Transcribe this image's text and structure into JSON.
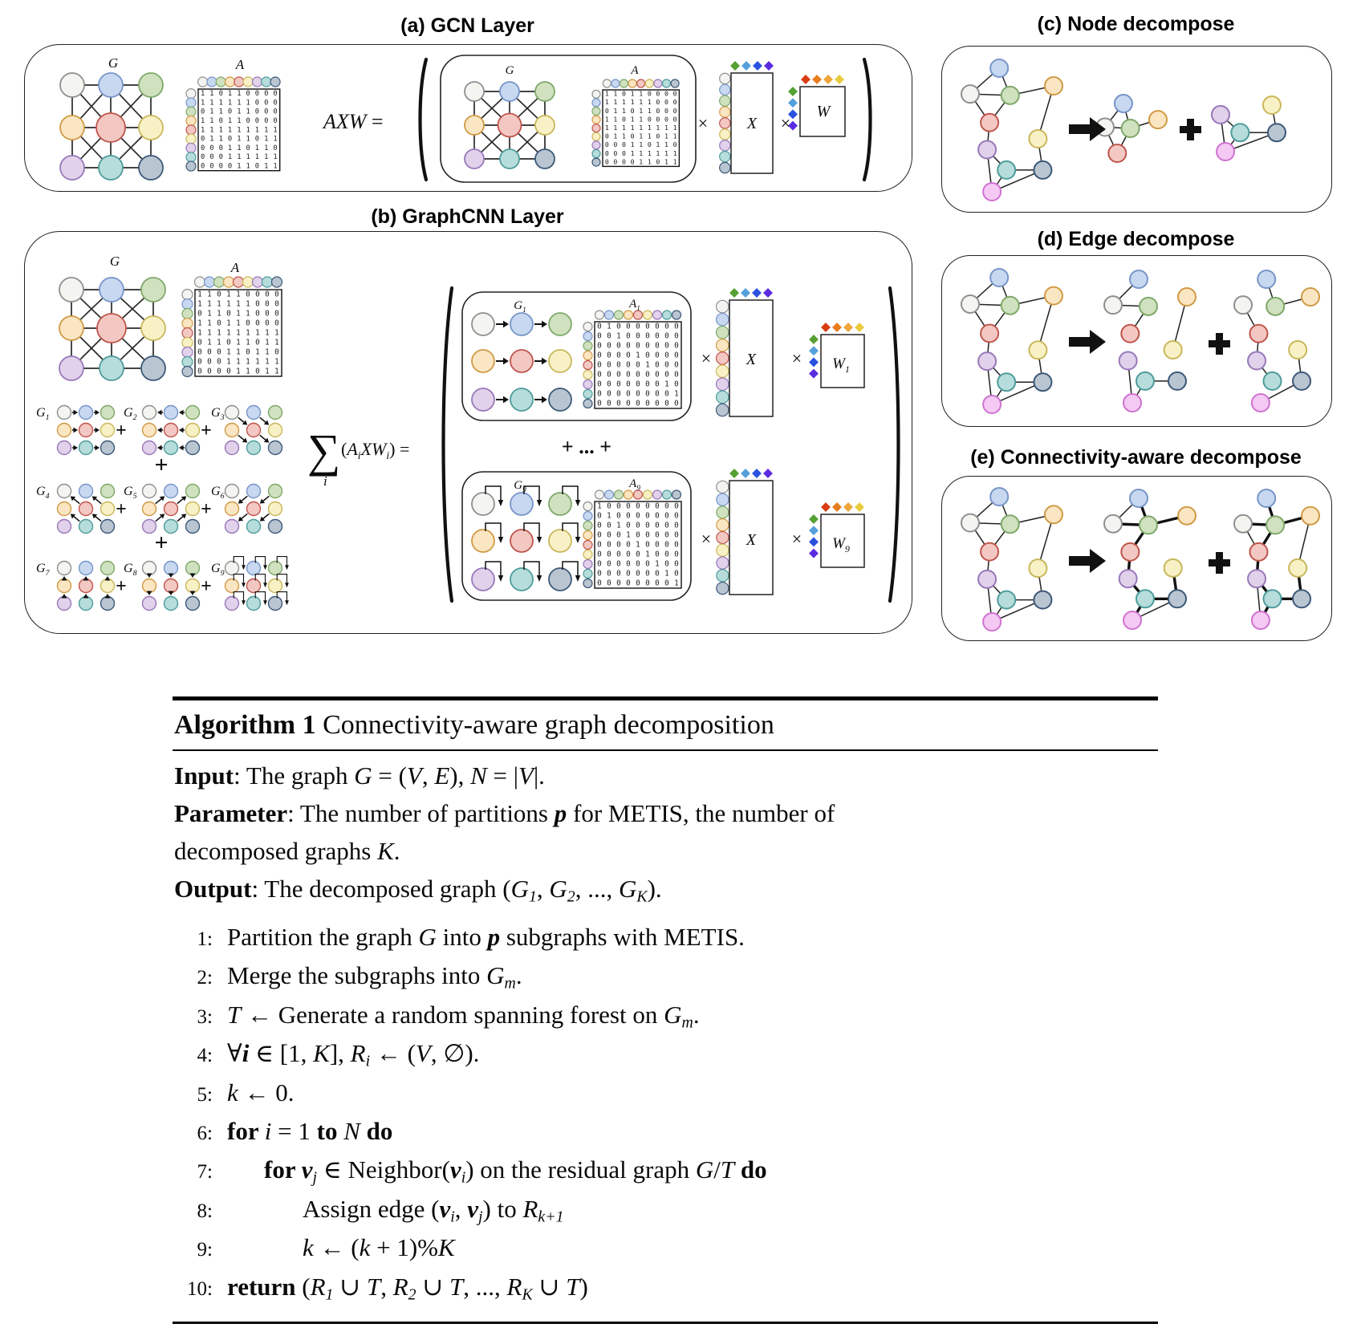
{
  "figure": {
    "times": "×",
    "plus": "+",
    "panel_a": {
      "title": "(a) GCN Layer",
      "g_label": "G",
      "a_label": "A",
      "inner_g_label": "G",
      "inner_a_label": "A",
      "eq_lhs": "AXW",
      "eq_rhs": " =",
      "x_label": "X",
      "w_label": "W"
    },
    "panel_b": {
      "title": "(b) GraphCNN Layer",
      "g_label": "G",
      "a_label": "A",
      "sum": {
        "sigma": "∑",
        "sigma_sub": "i",
        "open": "(",
        "A": "A",
        "i1": "i",
        "XW": "XW",
        "i2": "i",
        "close": ") ="
      },
      "plus_dots": "+ ... +",
      "box1": {
        "g": {
          "main": "G",
          "sub": "1"
        },
        "a": {
          "main": "A",
          "sub": "1"
        },
        "x": "X",
        "w": {
          "main": "W",
          "sub": "1"
        }
      },
      "box9": {
        "g": {
          "main": "G",
          "sub": "9"
        },
        "a": {
          "main": "A",
          "sub": "9"
        },
        "x": "X",
        "w": {
          "main": "W",
          "sub": "9"
        }
      },
      "minis": [
        {
          "label": {
            "main": "G",
            "sub": "1"
          },
          "dir": "r"
        },
        {
          "label": {
            "main": "G",
            "sub": "2"
          },
          "dir": "l"
        },
        {
          "label": {
            "main": "G",
            "sub": "3"
          },
          "dir": "dr"
        },
        {
          "label": {
            "main": "G",
            "sub": "4"
          },
          "dir": "ul"
        },
        {
          "label": {
            "main": "G",
            "sub": "5"
          },
          "dir": "ur"
        },
        {
          "label": {
            "main": "G",
            "sub": "6"
          },
          "dir": "dl"
        },
        {
          "label": {
            "main": "G",
            "sub": "7"
          },
          "dir": "u"
        },
        {
          "label": {
            "main": "G",
            "sub": "8"
          },
          "dir": "d"
        },
        {
          "label": {
            "main": "G",
            "sub": "9"
          },
          "dir": "self"
        }
      ]
    },
    "panel_c": {
      "title": "(c) Node decompose"
    },
    "panel_d": {
      "title": "(d) Edge decompose"
    },
    "panel_e": {
      "title": "(e) Connectivity-aware decompose"
    },
    "palette": {
      "white": {
        "f": "#f4f4f1",
        "s": "#8f8f8f"
      },
      "blue": {
        "f": "#c7d8f0",
        "s": "#7795c9"
      },
      "green": {
        "f": "#cfe1bf",
        "s": "#7fa86a"
      },
      "orange": {
        "f": "#fbe6c3",
        "s": "#d09a44"
      },
      "red": {
        "f": "#f3c8c3",
        "s": "#bf544b"
      },
      "yellow": {
        "f": "#f9f1c6",
        "s": "#c9b75a"
      },
      "purple": {
        "f": "#e1d1eb",
        "s": "#9878b9"
      },
      "teal": {
        "f": "#b6dddb",
        "s": "#4e9b9b"
      },
      "gray": {
        "f": "#b9c5d1",
        "s": "#3c5878"
      },
      "pink": {
        "f": "#f4c9f4",
        "s": "#cf72cf"
      }
    },
    "grid_order": [
      "white",
      "blue",
      "green",
      "orange",
      "red",
      "yellow",
      "purple",
      "teal",
      "gray"
    ],
    "adjacency_A": [
      "110110000",
      "111111000",
      "011011000",
      "110110000",
      "111111111",
      "011011011",
      "000110110",
      "000111111",
      "000011011"
    ],
    "adjacency_A1": [
      "010000000",
      "001000000",
      "000000000",
      "000010000",
      "000001000",
      "000000000",
      "000000010",
      "000000001",
      "000000000"
    ],
    "adjacency_A9": [
      "100000000",
      "010000000",
      "001000000",
      "000100000",
      "000010000",
      "000001000",
      "000000100",
      "000000010",
      "000000001"
    ],
    "x_diamonds": [
      "#55a033",
      "#54a0dc",
      "#2a52e0",
      "#5b2be0"
    ],
    "w_diamonds_top": [
      "#d93d12",
      "#e87d1e",
      "#efa63a",
      "#e9cb3d"
    ],
    "decomp": {
      "node_order": [
        "blue",
        "white",
        "green",
        "orange",
        "red",
        "yellow",
        "purple",
        "teal",
        "gray",
        "pink"
      ],
      "positions": {
        "blue": [
          38,
          6
        ],
        "white": [
          14,
          25
        ],
        "green": [
          47,
          26
        ],
        "orange": [
          83,
          19
        ],
        "red": [
          30,
          46
        ],
        "yellow": [
          70,
          58
        ],
        "purple": [
          28,
          66
        ],
        "teal": [
          44,
          81
        ],
        "gray": [
          74,
          81
        ],
        "pink": [
          32,
          97
        ]
      },
      "edges_full": [
        [
          "blue",
          "white"
        ],
        [
          "blue",
          "green"
        ],
        [
          "white",
          "green"
        ],
        [
          "green",
          "orange"
        ],
        [
          "white",
          "red"
        ],
        [
          "green",
          "red"
        ],
        [
          "orange",
          "yellow"
        ],
        [
          "red",
          "purple"
        ],
        [
          "purple",
          "teal"
        ],
        [
          "purple",
          "pink"
        ],
        [
          "teal",
          "gray"
        ],
        [
          "teal",
          "pink"
        ],
        [
          "gray",
          "pink"
        ],
        [
          "gray",
          "yellow"
        ]
      ],
      "c_left_nodes": [
        "blue",
        "white",
        "green",
        "orange",
        "red"
      ],
      "c_left_edges": [
        [
          "blue",
          "white"
        ],
        [
          "blue",
          "green"
        ],
        [
          "white",
          "green"
        ],
        [
          "green",
          "orange"
        ],
        [
          "white",
          "red"
        ],
        [
          "green",
          "red"
        ]
      ],
      "c_right_nodes": [
        "purple",
        "yellow",
        "teal",
        "gray",
        "pink"
      ],
      "c_right_edges": [
        [
          "purple",
          "teal"
        ],
        [
          "purple",
          "pink"
        ],
        [
          "teal",
          "gray"
        ],
        [
          "teal",
          "pink"
        ],
        [
          "gray",
          "pink"
        ],
        [
          "gray",
          "yellow"
        ]
      ],
      "d_mid_edges": [
        [
          "blue",
          "white"
        ],
        [
          "white",
          "green"
        ],
        [
          "green",
          "red"
        ],
        [
          "orange",
          "yellow"
        ],
        [
          "purple",
          "pink"
        ],
        [
          "teal",
          "gray"
        ],
        [
          "teal",
          "pink"
        ]
      ],
      "d_right_edges": [
        [
          "blue",
          "green"
        ],
        [
          "green",
          "orange"
        ],
        [
          "white",
          "red"
        ],
        [
          "red",
          "purple"
        ],
        [
          "purple",
          "teal"
        ],
        [
          "gray",
          "yellow"
        ],
        [
          "gray",
          "pink"
        ]
      ],
      "tree_edges": [
        [
          "blue",
          "green"
        ],
        [
          "white",
          "green"
        ],
        [
          "green",
          "orange"
        ],
        [
          "green",
          "red"
        ],
        [
          "red",
          "purple"
        ],
        [
          "purple",
          "teal"
        ],
        [
          "teal",
          "gray"
        ],
        [
          "gray",
          "yellow"
        ],
        [
          "teal",
          "pink"
        ]
      ],
      "e_mid_extra": [
        [
          "blue",
          "white"
        ],
        [
          "gray",
          "pink"
        ]
      ],
      "e_right_extra": [
        [
          "white",
          "red"
        ],
        [
          "orange",
          "yellow"
        ],
        [
          "purple",
          "pink"
        ]
      ]
    }
  },
  "algorithm": {
    "title": [
      [
        "b",
        "Algorithm 1"
      ],
      [
        "n",
        " Connectivity-aware graph decomposition"
      ]
    ],
    "header": [
      [
        [
          "b",
          "Input"
        ],
        [
          "n",
          ": The graph "
        ],
        [
          "i",
          "G"
        ],
        [
          "n",
          " = ("
        ],
        [
          "i",
          "V"
        ],
        [
          "n",
          ", "
        ],
        [
          "i",
          "E"
        ],
        [
          "n",
          "), "
        ],
        [
          "i",
          "N"
        ],
        [
          "n",
          " = |"
        ],
        [
          "i",
          "V"
        ],
        [
          "n",
          "|."
        ]
      ],
      [
        [
          "b",
          "Parameter"
        ],
        [
          "n",
          ": The number of partitions "
        ],
        [
          "bi",
          "p"
        ],
        [
          "n",
          " for METIS, the number of"
        ]
      ],
      [
        [
          "n",
          "decomposed graphs "
        ],
        [
          "i",
          "K"
        ],
        [
          "n",
          "."
        ]
      ],
      [
        [
          "b",
          "Output"
        ],
        [
          "n",
          ": The decomposed graph ("
        ],
        [
          "i",
          "G"
        ],
        [
          "isub",
          "1"
        ],
        [
          "n",
          ", "
        ],
        [
          "i",
          "G"
        ],
        [
          "isub",
          "2"
        ],
        [
          "n",
          ", ..., "
        ],
        [
          "i",
          "G"
        ],
        [
          "isub",
          "K"
        ],
        [
          "n",
          ")."
        ]
      ]
    ],
    "steps": [
      {
        "num": "1:",
        "indent": 0,
        "segs": [
          [
            "n",
            "Partition the graph "
          ],
          [
            "i",
            "G"
          ],
          [
            "n",
            " into "
          ],
          [
            "bi",
            "p"
          ],
          [
            "n",
            " subgraphs with METIS."
          ]
        ]
      },
      {
        "num": "2:",
        "indent": 0,
        "segs": [
          [
            "n",
            "Merge the subgraphs into "
          ],
          [
            "i",
            "G"
          ],
          [
            "isub",
            "m"
          ],
          [
            "n",
            "."
          ]
        ]
      },
      {
        "num": "3:",
        "indent": 0,
        "segs": [
          [
            "i",
            "T"
          ],
          [
            "n",
            " ← Generate a random spanning forest on "
          ],
          [
            "i",
            "G"
          ],
          [
            "isub",
            "m"
          ],
          [
            "n",
            "."
          ]
        ]
      },
      {
        "num": "4:",
        "indent": 0,
        "segs": [
          [
            "n",
            "∀"
          ],
          [
            "bi",
            "i"
          ],
          [
            "n",
            " ∈ [1, "
          ],
          [
            "i",
            "K"
          ],
          [
            "n",
            "], "
          ],
          [
            "i",
            "R"
          ],
          [
            "isub",
            "i"
          ],
          [
            "n",
            " ← ("
          ],
          [
            "i",
            "V"
          ],
          [
            "n",
            ", ∅)."
          ]
        ]
      },
      {
        "num": "5:",
        "indent": 0,
        "segs": [
          [
            "i",
            "k"
          ],
          [
            "n",
            " ← 0."
          ]
        ]
      },
      {
        "num": "6:",
        "indent": 0,
        "segs": [
          [
            "b",
            "for "
          ],
          [
            "i",
            "i"
          ],
          [
            "n",
            " = 1 "
          ],
          [
            "b",
            "to "
          ],
          [
            "i",
            "N"
          ],
          [
            "b",
            " do"
          ]
        ]
      },
      {
        "num": "7:",
        "indent": 1,
        "segs": [
          [
            "b",
            "for "
          ],
          [
            "bi",
            "v"
          ],
          [
            "isub",
            "j"
          ],
          [
            "n",
            " ∈ Neighbor("
          ],
          [
            "bi",
            "v"
          ],
          [
            "isub",
            "i"
          ],
          [
            "n",
            ") on the residual graph "
          ],
          [
            "i",
            "G"
          ],
          [
            "n",
            "/"
          ],
          [
            "i",
            "T"
          ],
          [
            "b",
            " do"
          ]
        ]
      },
      {
        "num": "8:",
        "indent": 2,
        "segs": [
          [
            "n",
            "Assign edge ("
          ],
          [
            "bi",
            "v"
          ],
          [
            "isub",
            "i"
          ],
          [
            "n",
            ", "
          ],
          [
            "bi",
            "v"
          ],
          [
            "isub",
            "j"
          ],
          [
            "n",
            ") to "
          ],
          [
            "i",
            "R"
          ],
          [
            "isub",
            "k+1"
          ]
        ]
      },
      {
        "num": "9:",
        "indent": 2,
        "segs": [
          [
            "i",
            "k"
          ],
          [
            "n",
            " ← ("
          ],
          [
            "i",
            "k"
          ],
          [
            "n",
            " + 1)%"
          ],
          [
            "i",
            "K"
          ]
        ]
      },
      {
        "num": "10:",
        "indent": 0,
        "segs": [
          [
            "b",
            "return "
          ],
          [
            "n",
            "("
          ],
          [
            "i",
            "R"
          ],
          [
            "isub",
            "1"
          ],
          [
            "n",
            " ∪ "
          ],
          [
            "i",
            "T"
          ],
          [
            "n",
            ", "
          ],
          [
            "i",
            "R"
          ],
          [
            "isub",
            "2"
          ],
          [
            "n",
            " ∪ "
          ],
          [
            "i",
            "T"
          ],
          [
            "n",
            ", ..., "
          ],
          [
            "i",
            "R"
          ],
          [
            "isub",
            "K"
          ],
          [
            "n",
            " ∪ "
          ],
          [
            "i",
            "T"
          ],
          [
            "n",
            ")"
          ]
        ]
      }
    ]
  }
}
